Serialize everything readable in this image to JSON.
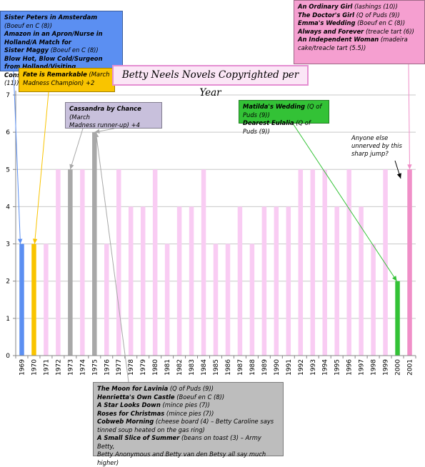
{
  "chart_data": {
    "type": "bar",
    "title": "Betty Neels Novels Copyrighted per Year",
    "xlabel": "",
    "ylabel": "",
    "ylim": [
      0,
      7
    ],
    "yticks": [
      0,
      1,
      2,
      3,
      4,
      5,
      6,
      7
    ],
    "grid": true,
    "categories": [
      "1969",
      "1970",
      "1971",
      "1972",
      "1973",
      "1974",
      "1975",
      "1976",
      "1977",
      "1978",
      "1979",
      "1980",
      "1981",
      "1982",
      "1983",
      "1984",
      "1985",
      "1986",
      "1987",
      "1988",
      "1989",
      "1990",
      "1991",
      "1992",
      "1993",
      "1994",
      "1995",
      "1996",
      "1997",
      "1998",
      "1999",
      "2000",
      "2001"
    ],
    "values": [
      3,
      3,
      3,
      5,
      5,
      5,
      6,
      3,
      5,
      4,
      4,
      5,
      3,
      4,
      4,
      5,
      3,
      3,
      4,
      3,
      4,
      4,
      4,
      5,
      5,
      5,
      4,
      5,
      4,
      3,
      5,
      2,
      5
    ],
    "colors": {
      "default": "#f9ccf3",
      "1969": "#5b8ff2",
      "1970": "#f9c400",
      "1973": "#a8a8a8",
      "1975": "#a8a8a8",
      "2000": "#33c236",
      "2001": "#f08fc8"
    }
  },
  "annotations": {
    "blue": [
      [
        {
          "t": "Sister Peters in Amsterdam",
          "b": true
        },
        {
          "t": " (Boeuf en C (8))",
          "b": false
        }
      ],
      [
        {
          "t": "Amazon in an Apron/Nurse in Holland/A Match for",
          "b": true
        }
      ],
      [
        {
          "t": "Sister Maggy",
          "b": true
        },
        {
          "t": " (Boeuf en C (8))",
          "b": false
        }
      ],
      [
        {
          "t": "Blow Hot, Blow Cold/Surgeon from Holland/Visiting",
          "b": true
        }
      ],
      [
        {
          "t": "Consultant",
          "b": true
        },
        {
          "t": " (lashings with cherries (11))",
          "b": false
        }
      ]
    ],
    "yellow": [
      [
        {
          "t": "Fate is Remarkable",
          "b": true
        },
        {
          "t": " (March",
          "b": false
        }
      ],
      [
        {
          "t": "Madness Champion) +2",
          "b": false
        }
      ]
    ],
    "purple": [
      [
        {
          "t": "Cassandra by Chance",
          "b": true
        },
        {
          "t": " (March",
          "b": false
        }
      ],
      [
        {
          "t": "Madness runner-up) +4",
          "b": false
        }
      ]
    ],
    "green": [
      [
        {
          "t": "Matilda's Wedding",
          "b": true
        },
        {
          "t": " (Q of Puds (9))",
          "b": false
        }
      ],
      [
        {
          "t": "Dearest Eulalia",
          "b": true
        },
        {
          "t": " (Q of Puds (9))",
          "b": false
        }
      ]
    ],
    "pink": [
      [
        {
          "t": "An Ordinary Girl",
          "b": true
        },
        {
          "t": " (lashings (10))",
          "b": false
        }
      ],
      [
        {
          "t": "The Doctor's Girl",
          "b": true
        },
        {
          "t": " (Q of Puds (9))",
          "b": false
        }
      ],
      [
        {
          "t": "Emma's Wedding",
          "b": true
        },
        {
          "t": " (Boeuf en C (8))",
          "b": false
        }
      ],
      [
        {
          "t": "Always and Forever",
          "b": true
        },
        {
          "t": " (treacle tart (6))",
          "b": false
        }
      ],
      [
        {
          "t": "An Independent Woman",
          "b": true
        },
        {
          "t": " (madeira",
          "b": false
        }
      ],
      [
        {
          "t": "cake/treacle tart (5.5))",
          "b": false
        }
      ]
    ],
    "gray": [
      [
        {
          "t": "The Moon for Lavinia",
          "b": true
        },
        {
          "t": " (Q of Puds (9))",
          "b": false
        }
      ],
      [
        {
          "t": "Henrietta's Own Castle",
          "b": true
        },
        {
          "t": " (Boeuf en C (8))",
          "b": false
        }
      ],
      [
        {
          "t": "A Star Looks Down",
          "b": true
        },
        {
          "t": " (mince pies (7))",
          "b": false
        }
      ],
      [
        {
          "t": "Roses for Christmas",
          "b": true
        },
        {
          "t": " (mince pies (7))",
          "b": false
        }
      ],
      [
        {
          "t": "Cobweb Morning",
          "b": true
        },
        {
          "t": " (cheese board (4) – Betty Caroline says",
          "b": false
        }
      ],
      [
        {
          "t": "tinned soup heated on the gas ring)",
          "b": false
        }
      ],
      [
        {
          "t": "A Small Slice of Summer",
          "b": true
        },
        {
          "t": " (beans on toast (3) – Army Betty,",
          "b": false
        }
      ],
      [
        {
          "t": "Betty Anonymous and Betty van den Betsy all say much higher)",
          "b": false
        }
      ]
    ],
    "note": "Anyone else unnerved by this sharp jump?"
  }
}
